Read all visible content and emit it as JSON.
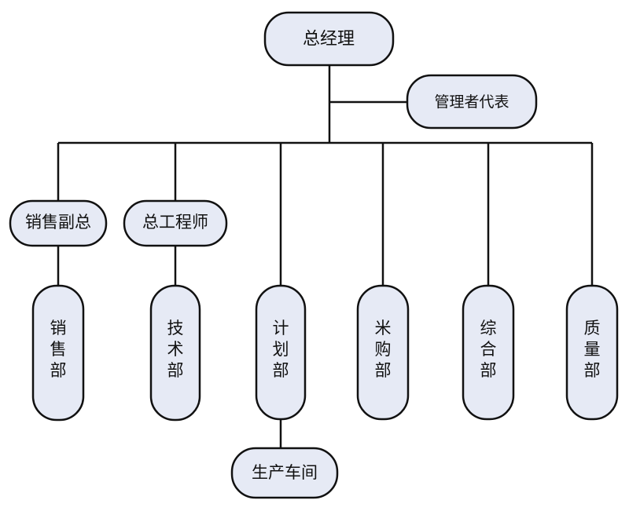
{
  "nodes": {
    "general_manager": "总经理",
    "management_rep": "管理者代表",
    "sales_vp": "销售副总",
    "chief_engineer": "总工程师",
    "sales_dept": "销售部",
    "tech_dept": "技术部",
    "planning_dept": "计划部",
    "purchasing_dept": "米购部",
    "general_affairs_dept": "综合部",
    "quality_dept": "质量部",
    "production_workshop": "生产车间"
  },
  "colors": {
    "node_fill": "#e6eaf5",
    "stroke": "#111111",
    "background": "#ffffff"
  }
}
